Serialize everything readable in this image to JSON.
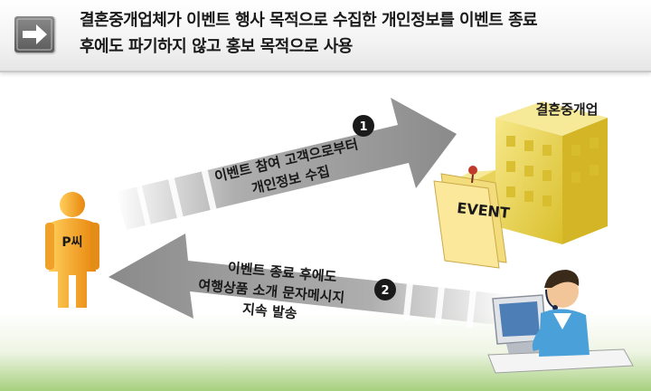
{
  "header": {
    "title_line1": "결혼중개업체가 이벤트 행사 목적으로 수집한 개인정보를 이벤트 종료",
    "title_line2": "후에도 파기하지 않고 홍보 목적으로 사용"
  },
  "actors": {
    "person_label": "P씨",
    "company_label": "결혼중개업",
    "event_sign": "EVENT"
  },
  "flows": [
    {
      "step": "1",
      "line1": "이벤트 참여 고객으로부터",
      "line2": "개인정보 수집"
    },
    {
      "step": "2",
      "line1": "이벤트 종료 후에도",
      "line2": "여행상품 소개 문자메시지",
      "line3": "지속 발송"
    }
  ],
  "icons": [
    "arrow-right-icon",
    "person-icon",
    "building-icon",
    "telemarketer-icon"
  ],
  "colors": {
    "header_icon": "#6a6a6a",
    "person": "#f5a623",
    "building": "#e8d24a",
    "arrow": "#8c8c8c",
    "ground": "#a7d07e"
  }
}
